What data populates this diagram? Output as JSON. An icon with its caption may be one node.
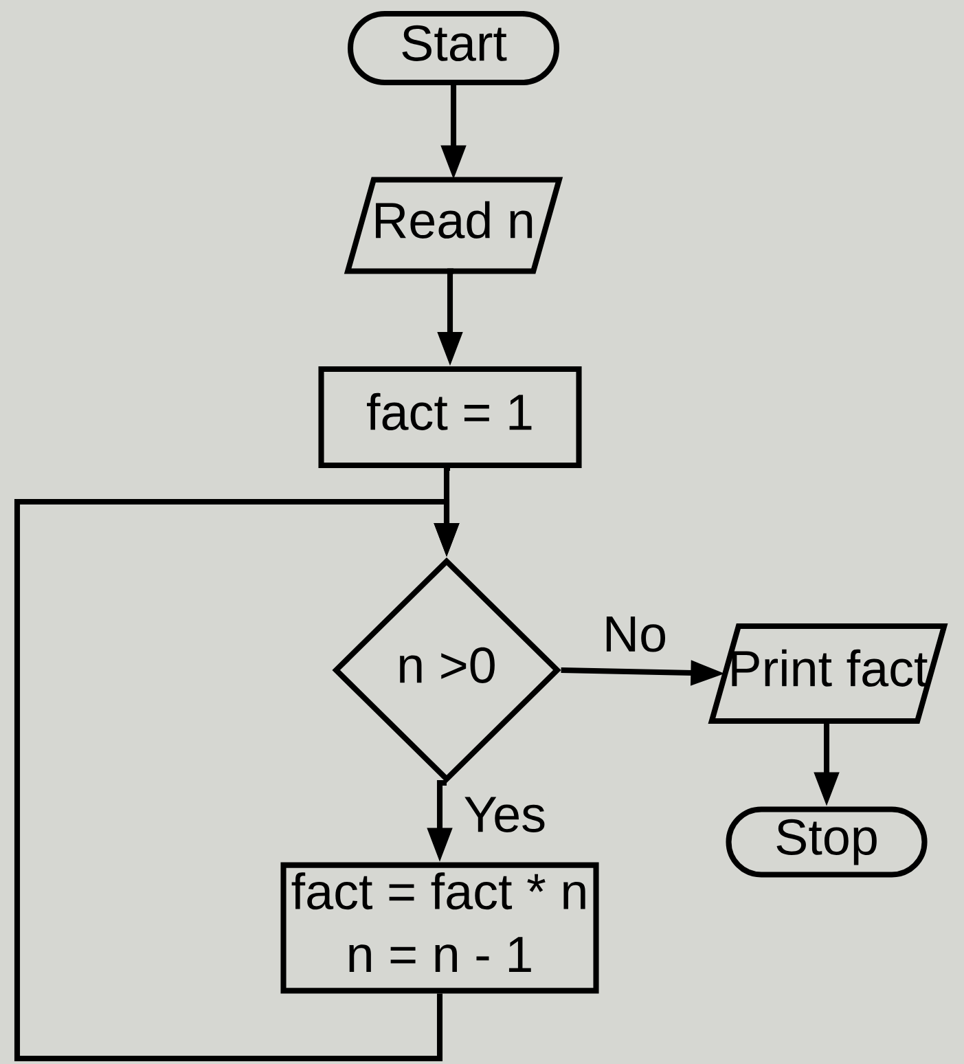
{
  "diagram": {
    "nodes": [
      {
        "text": [
          "Start"
        ]
      },
      {
        "text": [
          "Read n"
        ]
      },
      {
        "text": [
          "fact = 1"
        ]
      },
      {
        "text": [
          "n >0"
        ]
      },
      {
        "text": [
          "Print fact"
        ]
      },
      {
        "text": [
          "Stop"
        ]
      },
      {
        "text": [
          "fact = fact * n",
          "n = n - 1"
        ]
      }
    ],
    "edges": [
      {
        "from": 0,
        "to": 1,
        "arrow": "to"
      },
      {
        "from": 1,
        "to": 2,
        "arrow": "to"
      },
      {
        "from": 2,
        "to": 3,
        "arrow": "to"
      },
      {
        "from": 3,
        "to": 4,
        "arrow": "to",
        "label": "No"
      },
      {
        "from": 4,
        "to": 5,
        "arrow": "to"
      },
      {
        "from": 3,
        "to": 6,
        "arrow": "to",
        "label": "Yes"
      },
      {
        "from": 6,
        "to": 3,
        "arrow": "to"
      }
    ]
  }
}
